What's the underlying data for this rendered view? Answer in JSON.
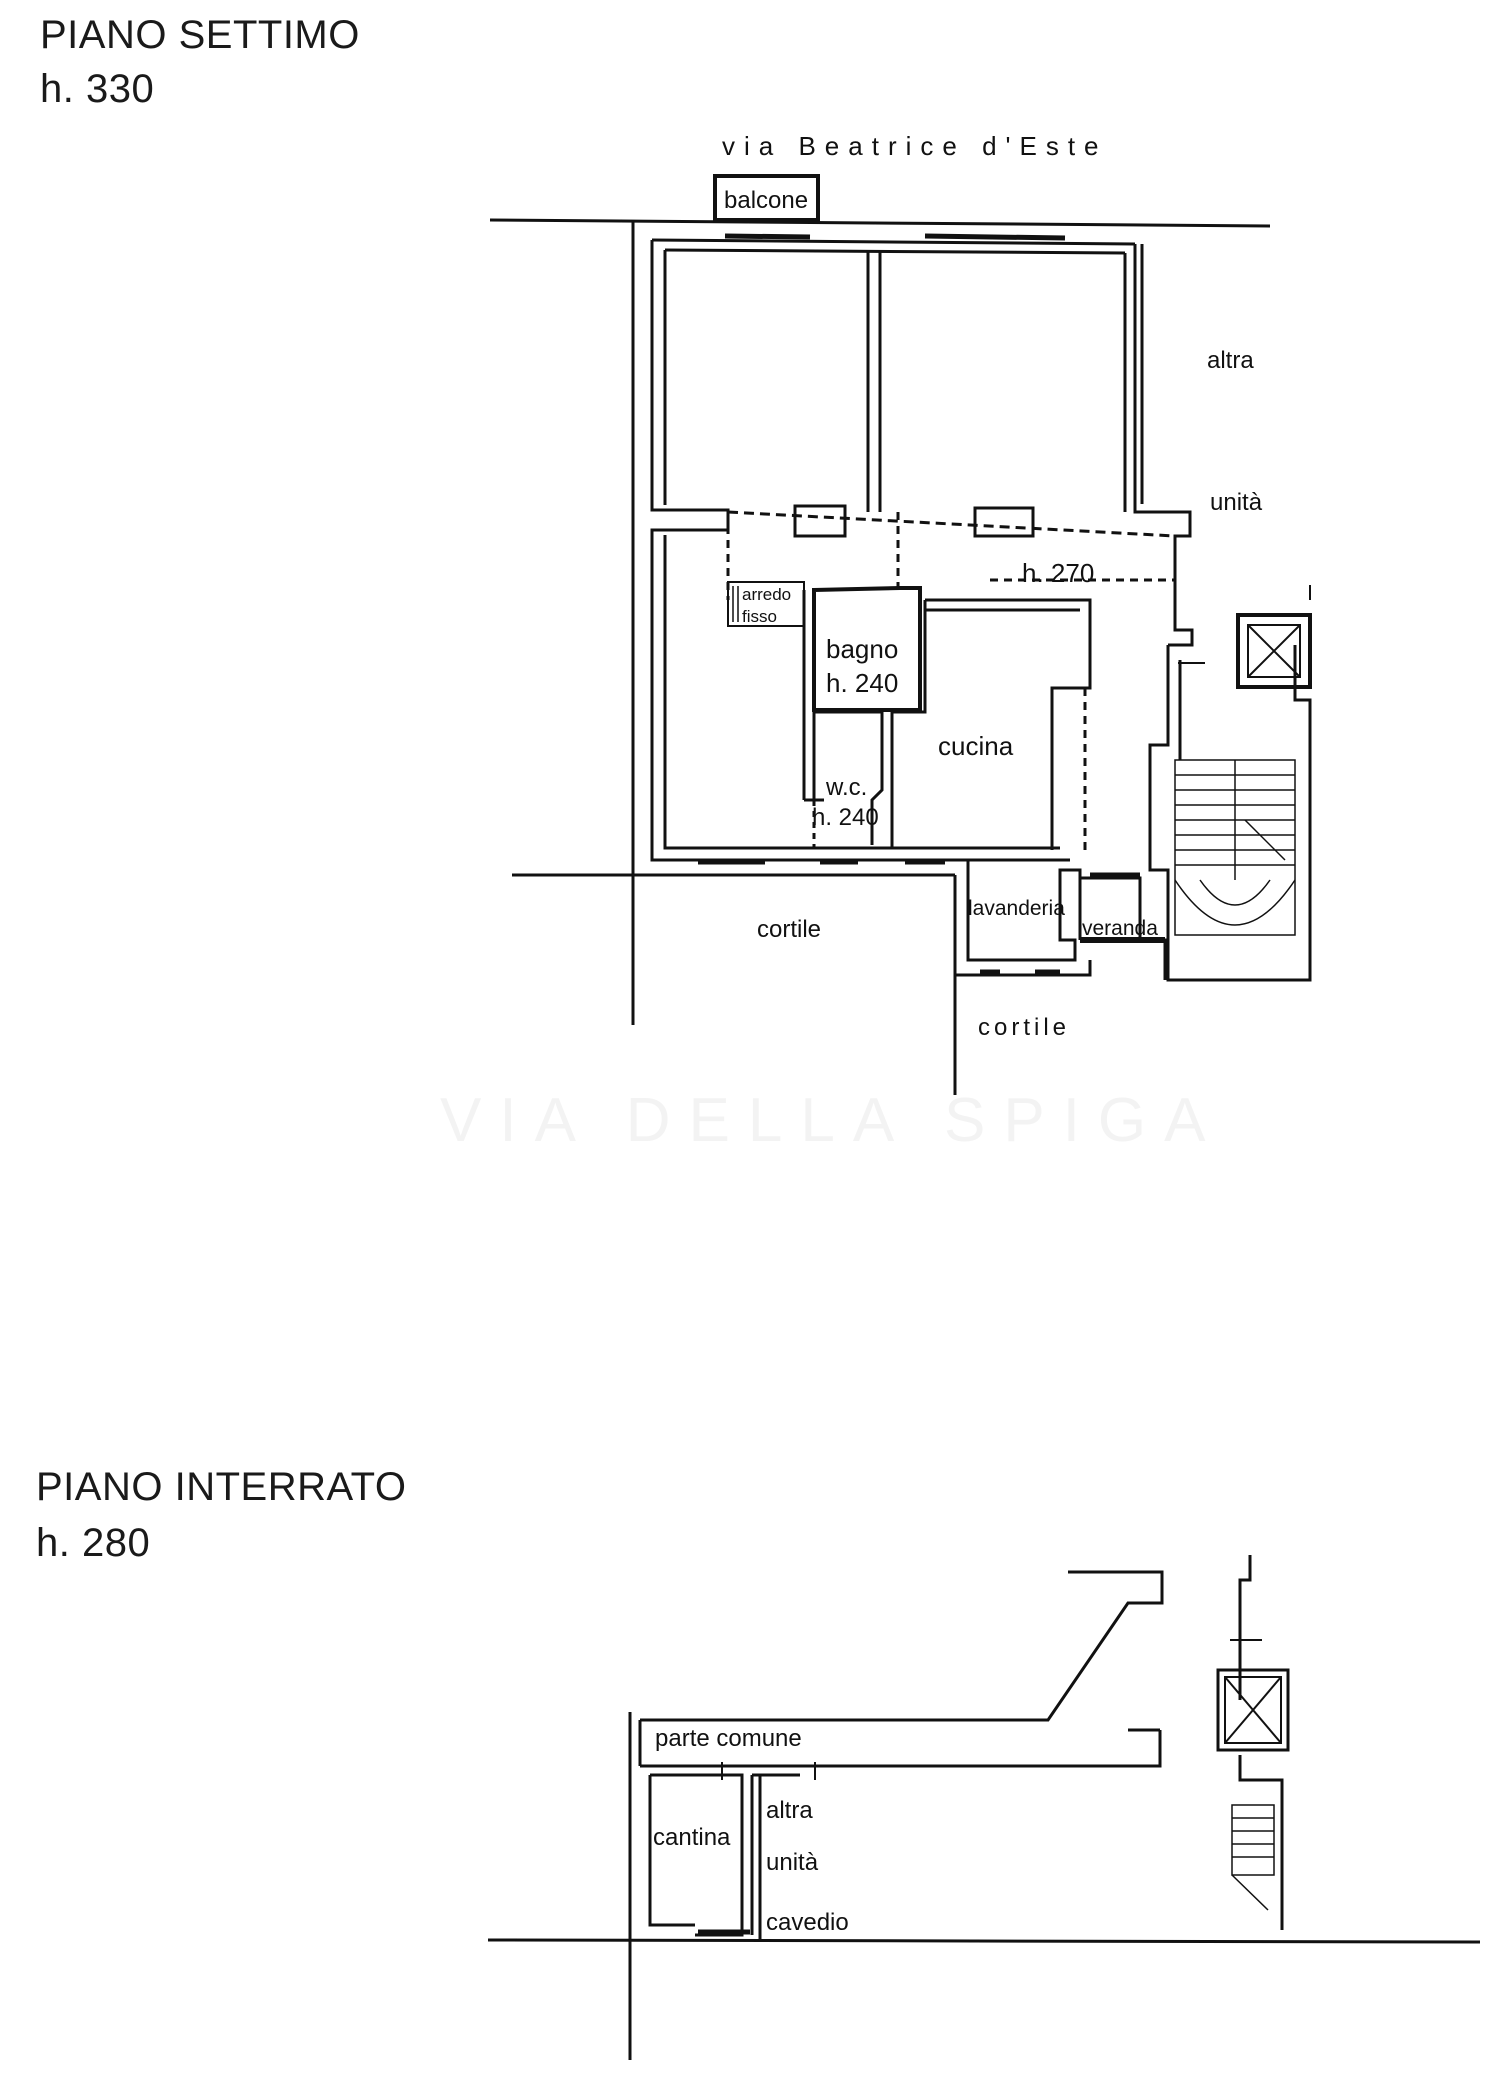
{
  "upper_floor": {
    "title": "PIANO SETTIMO",
    "height": "h. 330",
    "street": "via Beatrice d'Este",
    "labels": {
      "balcone": "balcone",
      "altra": "altra",
      "unita": "unità",
      "h270": "h. 270",
      "arredo": "arredo",
      "fisso": "fisso",
      "bagno": "bagno",
      "bagno_h": "h. 240",
      "cucina": "cucina",
      "wc": "w.c.",
      "wc_h": "h. 240",
      "lavanderia": "lavanderia",
      "veranda": "veranda",
      "cortile_left": "cortile",
      "cortile_right": "cortile"
    }
  },
  "lower_floor": {
    "title": "PIANO INTERRATO",
    "height": "h. 280",
    "labels": {
      "parte_comune": "parte comune",
      "cantina": "cantina",
      "altra": "altra",
      "unita": "unità",
      "cavedio": "cavedio"
    }
  },
  "watermark": "VIA DELLA SPIGA"
}
